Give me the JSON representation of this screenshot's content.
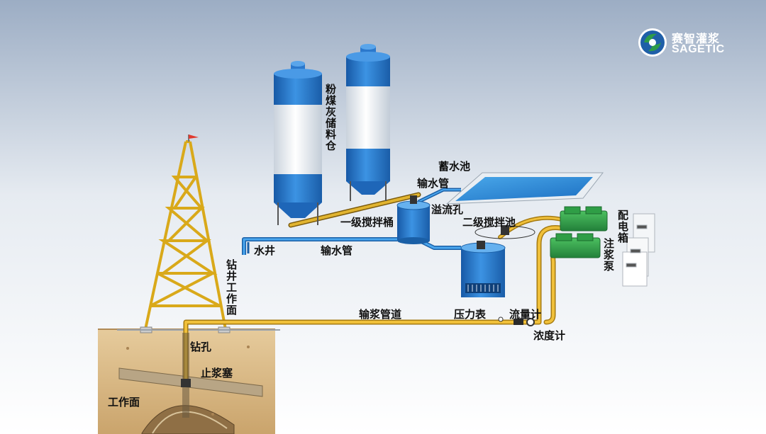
{
  "brand": {
    "name_cn": "赛智灌浆",
    "name_en": "SAGETIC",
    "colors": {
      "logo_blue": "#1f5fa8",
      "logo_green": "#2e9b4a"
    }
  },
  "labels": {
    "silo": "粉煤灰储料仓",
    "reservoir": "蓄水池",
    "water_pipe_top": "输水管",
    "overflow": "溢流孔",
    "mixer1": "一级搅拌桶",
    "mixer2": "二级搅拌池",
    "well": "水井",
    "water_pipe": "输水管",
    "drill_face": "钻井工作面",
    "distribution_box": "配电箱",
    "grout_pump": "注浆泵",
    "slurry_pipe": "输浆管道",
    "pressure_gauge": "压力表",
    "flowmeter": "流量计",
    "densimeter": "浓度计",
    "borehole": "钻孔",
    "packer": "止浆塞",
    "work_face": "工作面"
  },
  "colors": {
    "background_top": "#9fb0c6",
    "background_bottom": "#ffffff",
    "pipe_yellow": "#e8b21f",
    "pipe_blue": "#2a86d8",
    "silo_blue": "#1f73c9",
    "pump_green": "#2f9e46",
    "tower_yellow": "#e5b520",
    "soil": "#d9bd8c"
  }
}
